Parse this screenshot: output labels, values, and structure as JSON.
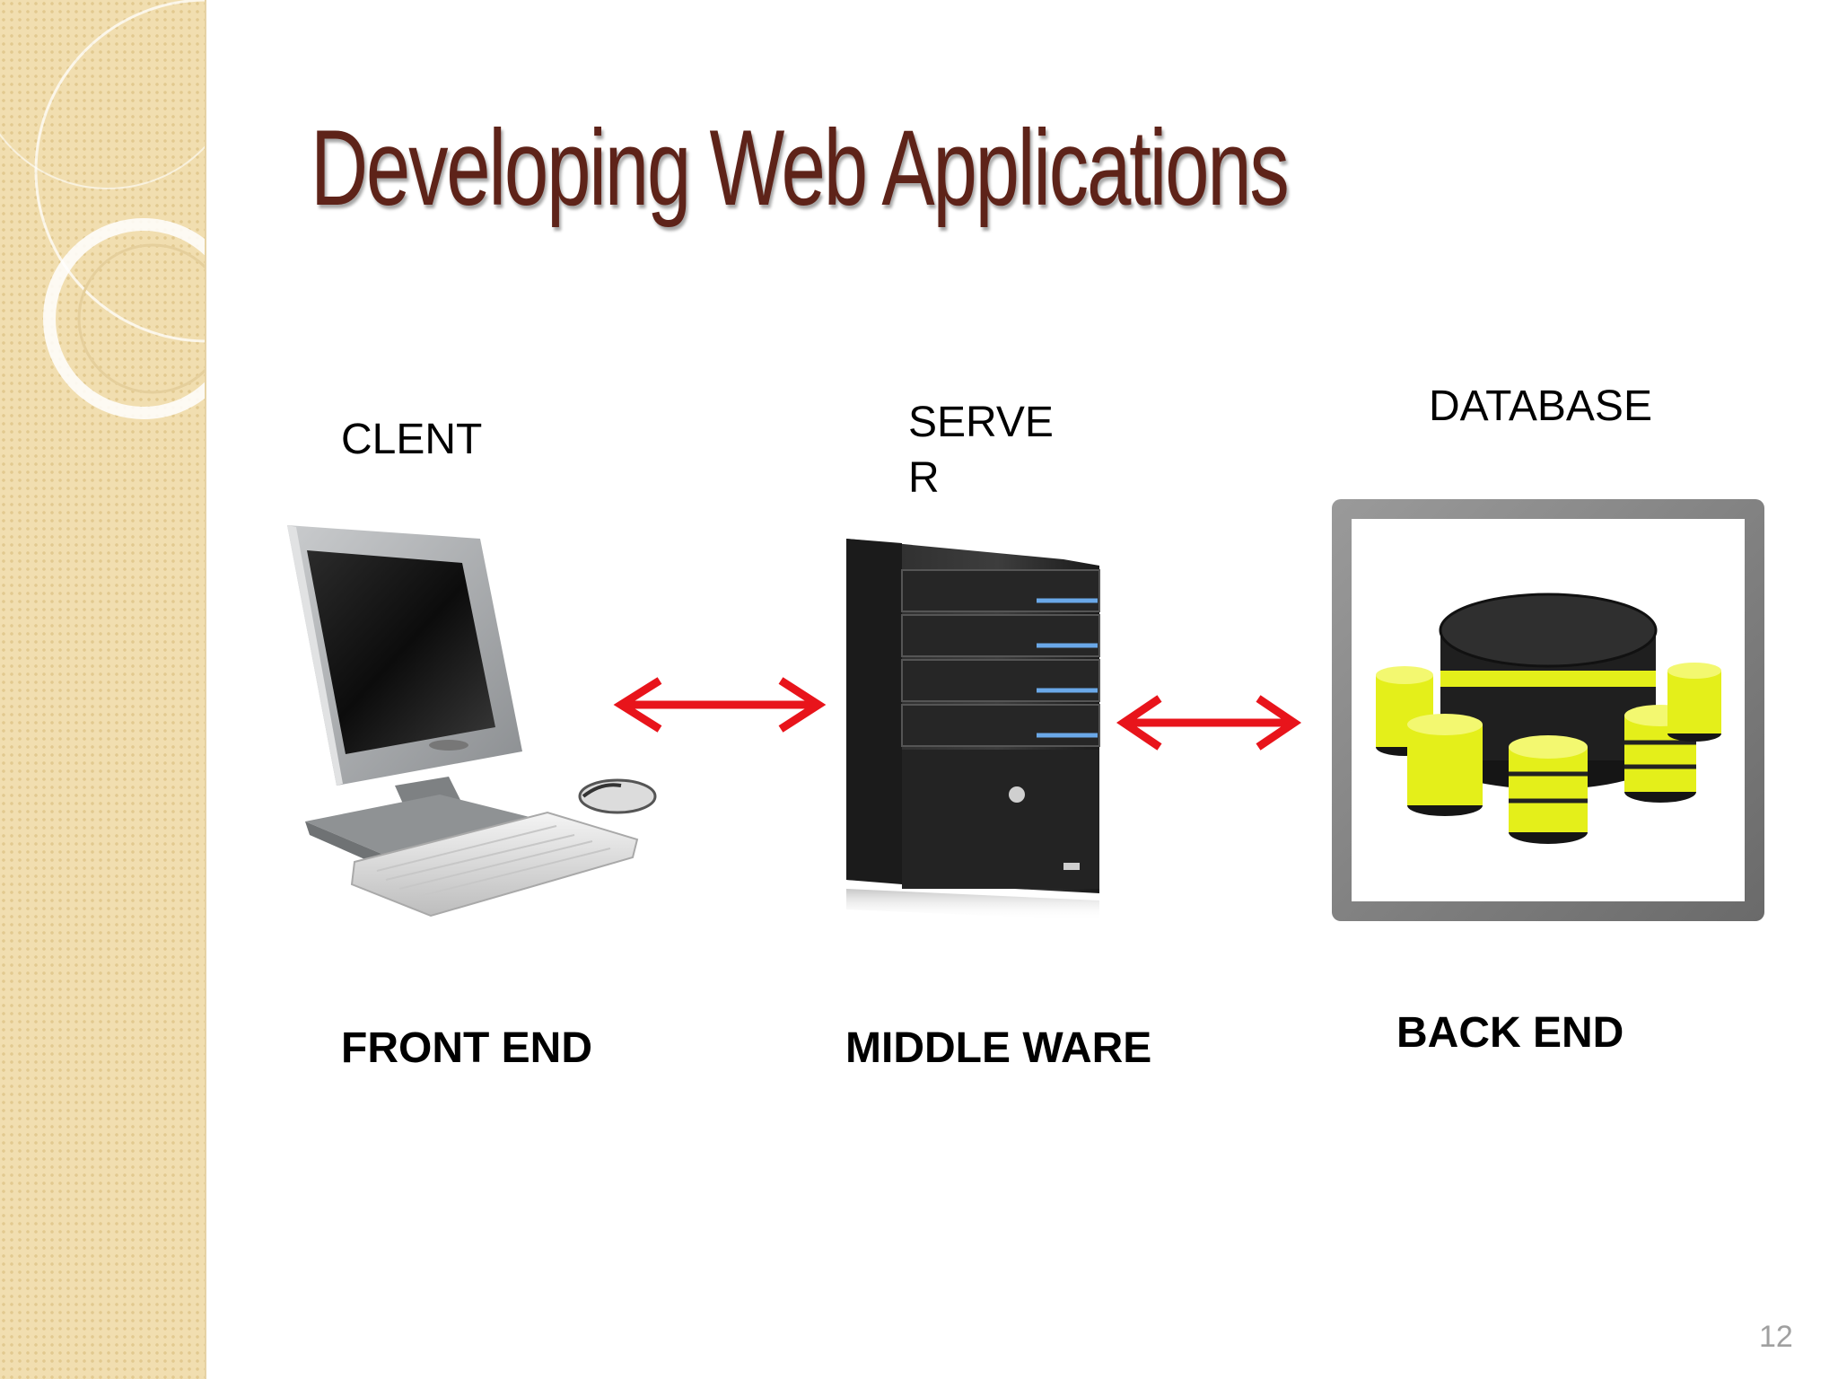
{
  "slide": {
    "title": "Developing Web Applications",
    "page_number": "12"
  },
  "diagram": {
    "nodes": [
      {
        "id": "client",
        "top_label": "CLENT",
        "bottom_label": "FRONT END",
        "icon": "desktop-computer-icon"
      },
      {
        "id": "server",
        "top_label": "SERVE R",
        "bottom_label": "MIDDLE WARE",
        "icon": "server-tower-icon"
      },
      {
        "id": "database",
        "top_label": "DATABASE",
        "bottom_label": "BACK END",
        "icon": "database-cluster-icon"
      }
    ],
    "edges": [
      {
        "from": "client",
        "to": "server",
        "style": "bidirectional",
        "color": "#e8141b"
      },
      {
        "from": "server",
        "to": "database",
        "style": "bidirectional",
        "color": "#e8141b"
      }
    ]
  },
  "colors": {
    "title": "#5e2319",
    "sidebar": "#f1deb0",
    "arrow": "#e8141b",
    "database_accent": "#e4ef1a"
  }
}
